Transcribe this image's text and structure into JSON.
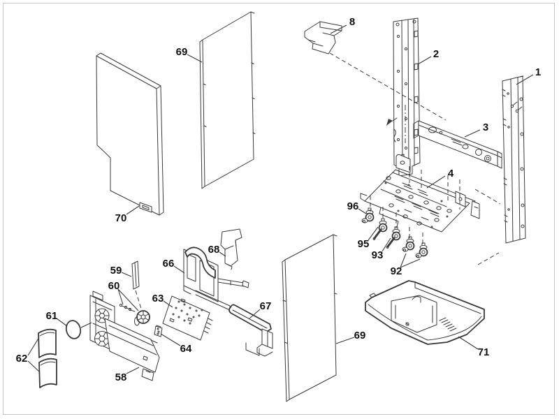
{
  "diagram": {
    "type": "exploded-parts-diagram",
    "style": {
      "background": "#ffffff",
      "border": "#c5c5c5",
      "line": "#3a3a3a",
      "label": "#111111"
    }
  },
  "callouts": [
    {
      "label": "1"
    },
    {
      "label": "2"
    },
    {
      "label": "3"
    },
    {
      "label": "4"
    },
    {
      "label": "8"
    },
    {
      "label": "58"
    },
    {
      "label": "59"
    },
    {
      "label": "60"
    },
    {
      "label": "61"
    },
    {
      "label": "62"
    },
    {
      "label": "63"
    },
    {
      "label": "64"
    },
    {
      "label": "66"
    },
    {
      "label": "67"
    },
    {
      "label": "68"
    },
    {
      "label": "69"
    },
    {
      "label": "69"
    },
    {
      "label": "70"
    },
    {
      "label": "71"
    },
    {
      "label": "92"
    },
    {
      "label": "93"
    },
    {
      "label": "95"
    },
    {
      "label": "96"
    }
  ]
}
